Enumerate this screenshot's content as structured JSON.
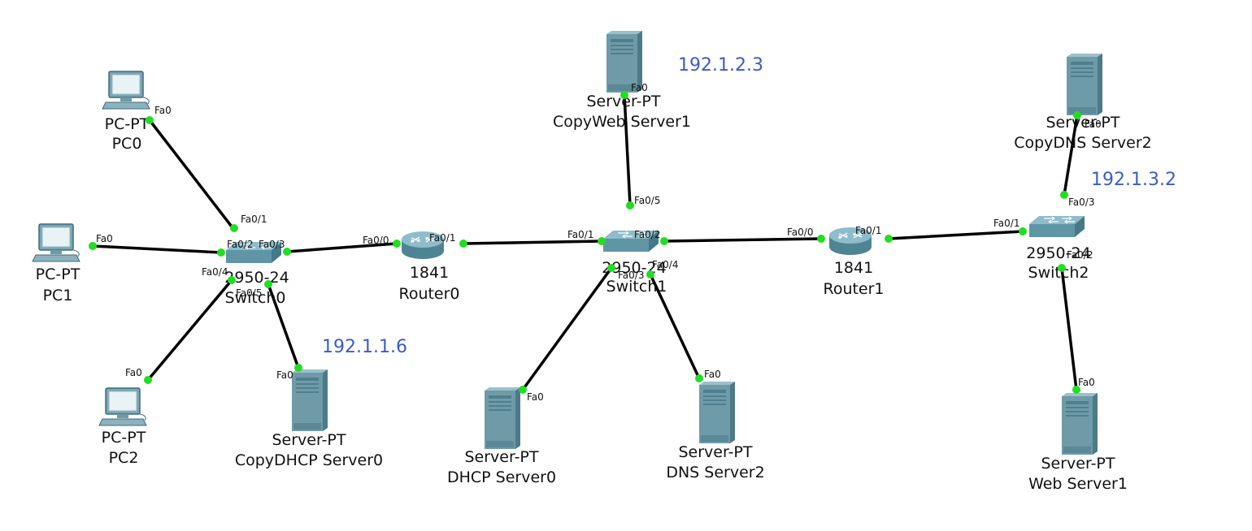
{
  "devices": {
    "pc0": {
      "type": "PC-PT",
      "name": "PC0"
    },
    "pc1": {
      "type": "PC-PT",
      "name": "PC1"
    },
    "pc2": {
      "type": "PC-PT",
      "name": "PC2"
    },
    "switch0": {
      "type": "2950-24",
      "name": "Switch0"
    },
    "switch1": {
      "type": "2950-24",
      "name": "Switch1"
    },
    "switch2": {
      "type": "2950-24",
      "name": "Switch2"
    },
    "router0": {
      "type": "1841",
      "name": "Router0"
    },
    "router1": {
      "type": "1841",
      "name": "Router1"
    },
    "copydhcp": {
      "type": "Server-PT",
      "name": "CopyDHCP Server0"
    },
    "copyweb": {
      "type": "Server-PT",
      "name": "CopyWeb Server1"
    },
    "dhcp": {
      "type": "Server-PT",
      "name": "DHCP Server0"
    },
    "dns": {
      "type": "Server-PT",
      "name": "DNS Server2"
    },
    "copydns": {
      "type": "Server-PT",
      "name": "CopyDNS Server2"
    },
    "web": {
      "type": "Server-PT",
      "name": "Web Server1"
    }
  },
  "ip_addresses": {
    "copydhcp": "192.1.1.6",
    "copyweb": "192.1.2.3",
    "copydns": "192.1.3.2"
  },
  "ports": {
    "pc0_fa0": "Fa0",
    "pc1_fa0": "Fa0",
    "pc2_fa0": "Fa0",
    "s0_fa01": "Fa0/1",
    "s0_fa02": "Fa0/2",
    "s0_fa03": "Fa0/3",
    "s0_fa04": "Fa0/4",
    "s0_fa05": "Fa0/5",
    "copydhcp_fa0": "Fa0",
    "r0_fa00": "Fa0/0",
    "r0_fa01": "Fa0/1",
    "s1_fa01": "Fa0/1",
    "s1_fa02": "Fa0/2",
    "s1_fa03": "Fa0/3",
    "s1_fa04": "Fa0/4",
    "s1_fa05": "Fa0/5",
    "copyweb_fa0": "Fa0",
    "dhcp_fa0": "Fa0",
    "dns_fa0": "Fa0",
    "r1_fa00": "Fa0/0",
    "r1_fa01": "Fa0/1",
    "s2_fa01": "Fa0/1",
    "s2_fa02": "Fa0/2",
    "s2_fa03": "Fa0/3",
    "copydns_fa0": "Fa0",
    "web_fa0": "Fa0"
  },
  "colors": {
    "link": "#000000",
    "port_dot": "#22dd22",
    "ip_text": "#3a5ccc",
    "server_body": "#6f9aa8",
    "device_blue": "#5f95a5"
  }
}
